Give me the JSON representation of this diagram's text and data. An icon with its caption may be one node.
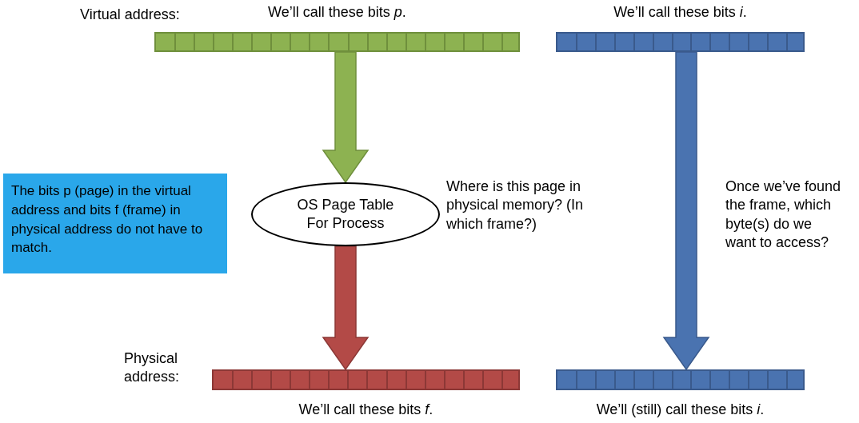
{
  "diagram": {
    "nodes": [
      {
        "text": [
          "We’ll call these bits *p*."
        ]
      },
      {
        "text": [
          "We’ll call these bits *i*."
        ]
      },
      {
        "text": [
          "OS Page Table For Process"
        ]
      },
      {
        "text": [
          "We’ll call these bits *f*."
        ]
      },
      {
        "text": [
          "We’ll (still) call these bits *i*."
        ]
      },
      {
        "text": [
          "The bits p (page) in the virtual address and bits f (frame) in physical address do not have to match."
        ]
      }
    ],
    "edges": [
      {
        "from": 0,
        "to": 2,
        "arrow": "to",
        "style": "thick",
        "color": "#8db251"
      },
      {
        "from": 2,
        "to": 3,
        "arrow": "to",
        "style": "thick",
        "color": "#b34a47"
      },
      {
        "from": 1,
        "to": 4,
        "arrow": "to",
        "style": "thick",
        "color": "#4a73b0"
      }
    ],
    "labels": [
      "Virtual address:",
      "Physical address:",
      "Where is this page in physical memory? (In which frame?)",
      "Once we’ve found the frame, which byte(s) do we want to access?"
    ]
  }
}
